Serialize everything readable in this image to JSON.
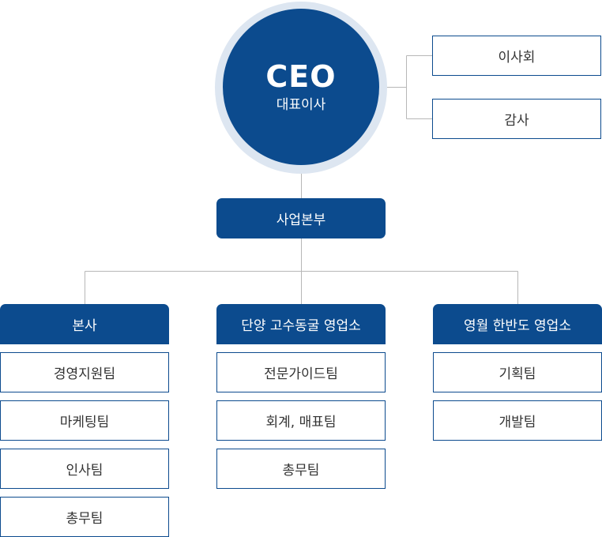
{
  "colors": {
    "primary": "#0c4b8e",
    "ring": "#dde6f1",
    "line": "#b7b7b7",
    "text": "#333333"
  },
  "ceo": {
    "title": "CEO",
    "subtitle": "대표이사"
  },
  "side_units": [
    {
      "label": "이사회"
    },
    {
      "label": "감사"
    }
  ],
  "headquarters": {
    "label": "사업본부"
  },
  "departments": [
    {
      "label": "본사",
      "teams": [
        "경영지원팀",
        "마케팅팀",
        "인사팀",
        "총무팀"
      ]
    },
    {
      "label": "단양 고수동굴 영업소",
      "teams": [
        "전문가이드팀",
        "회계, 매표팀",
        "총무팀"
      ]
    },
    {
      "label": "영월 한반도 영업소",
      "teams": [
        "기획팀",
        "개발팀"
      ]
    }
  ]
}
